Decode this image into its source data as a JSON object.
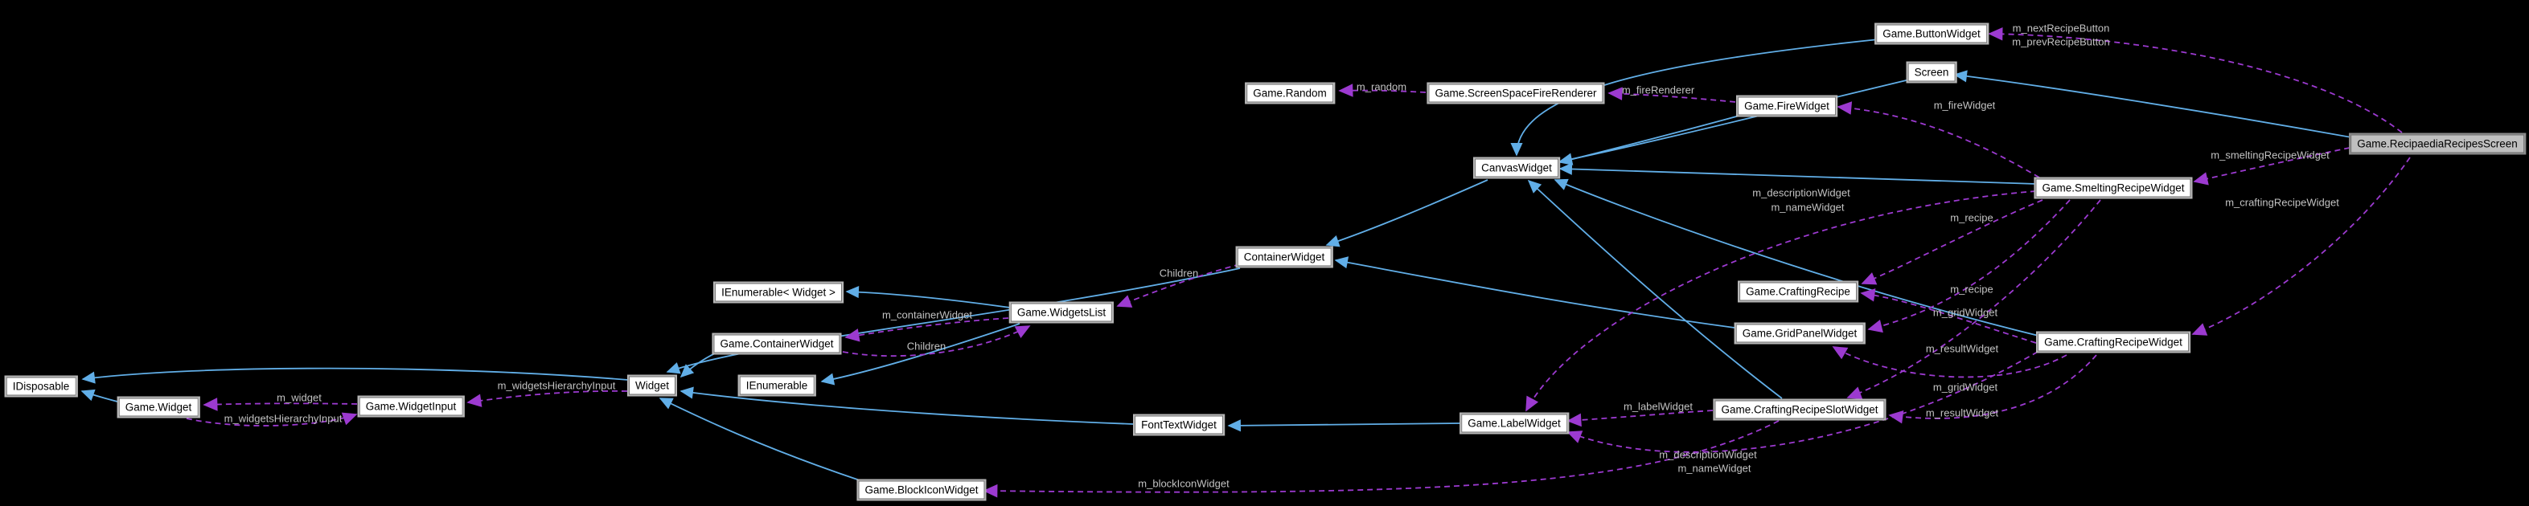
{
  "diagram": {
    "type": "class-collaboration-graph",
    "colors": {
      "background": "#000000",
      "node_fill": "#ffffff",
      "node_border": "#b6b6b6",
      "node_text": "#000000",
      "highlighted_node_fill": "#bfbfbf",
      "inheritance_edge": "#61aee7",
      "usage_edge": "#9c3ad0",
      "edge_label_text": "#c2c2c2"
    },
    "nodes": [
      {
        "id": "idisposable",
        "label": "IDisposable"
      },
      {
        "id": "game-widget",
        "label": "Game.Widget"
      },
      {
        "id": "game-widgetinput",
        "label": "Game.WidgetInput"
      },
      {
        "id": "widget",
        "label": "Widget"
      },
      {
        "id": "ienumerable",
        "label": "IEnumerable"
      },
      {
        "id": "ienumerable-widget",
        "label": "IEnumerable< Widget >"
      },
      {
        "id": "game-containerwidget",
        "label": "Game.ContainerWidget"
      },
      {
        "id": "game-widgetslist",
        "label": "Game.WidgetsList"
      },
      {
        "id": "containerwidget",
        "label": "ContainerWidget"
      },
      {
        "id": "fonttextwidget",
        "label": "FontTextWidget"
      },
      {
        "id": "game-blockiconwidget",
        "label": "Game.BlockIconWidget"
      },
      {
        "id": "game-random",
        "label": "Game.Random"
      },
      {
        "id": "game-screenspacefirerenderer",
        "label": "Game.ScreenSpaceFireRenderer"
      },
      {
        "id": "canvaswidget",
        "label": "CanvasWidget"
      },
      {
        "id": "game-firewidget",
        "label": "Game.FireWidget"
      },
      {
        "id": "game-buttonwidget",
        "label": "Game.ButtonWidget"
      },
      {
        "id": "screen",
        "label": "Screen"
      },
      {
        "id": "game-recipaediarecipesscreen",
        "label": "Game.RecipaediaRecipesScreen",
        "highlighted": true
      },
      {
        "id": "game-smeltingrecipewidget",
        "label": "Game.SmeltingRecipeWidget"
      },
      {
        "id": "game-craftingrecipe",
        "label": "Game.CraftingRecipe"
      },
      {
        "id": "game-gridpanelwidget",
        "label": "Game.GridPanelWidget"
      },
      {
        "id": "game-craftingrecipewidget",
        "label": "Game.CraftingRecipeWidget"
      },
      {
        "id": "game-craftingrecipeslotwidget",
        "label": "Game.CraftingRecipeSlotWidget"
      },
      {
        "id": "game-labelwidget",
        "label": "Game.LabelWidget"
      }
    ],
    "edge_labels": [
      {
        "text": "m_random"
      },
      {
        "text": "m_fireRenderer"
      },
      {
        "text": "m_fireWidget"
      },
      {
        "text": "m_nextRecipeButton"
      },
      {
        "text": "m_prevRecipeButton"
      },
      {
        "text": "m_smeltingRecipeWidget"
      },
      {
        "text": "m_craftingRecipeWidget"
      },
      {
        "text": "m_recipe"
      },
      {
        "text": "m_descriptionWidget"
      },
      {
        "text": "m_nameWidget"
      },
      {
        "text": "m_recipe"
      },
      {
        "text": "m_gridWidget"
      },
      {
        "text": "m_resultWidget"
      },
      {
        "text": "m_gridWidget"
      },
      {
        "text": "m_resultWidget"
      },
      {
        "text": "m_labelWidget"
      },
      {
        "text": "m_descriptionWidget"
      },
      {
        "text": "m_nameWidget"
      },
      {
        "text": "m_blockIconWidget"
      },
      {
        "text": "m_containerWidget"
      },
      {
        "text": "Children"
      },
      {
        "text": "Children"
      },
      {
        "text": "m_widget"
      },
      {
        "text": "m_widgetsHierarchyInput"
      },
      {
        "text": "m_widgetsHierarchyInput"
      }
    ]
  }
}
